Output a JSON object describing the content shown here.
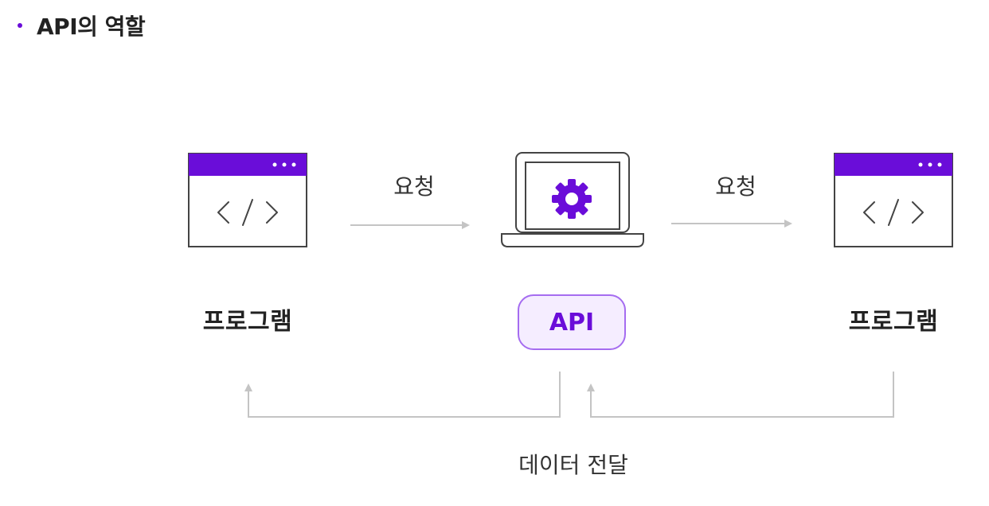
{
  "title": "API의 역할",
  "nodes": {
    "left_label": "프로그램",
    "center_label": "API",
    "right_label": "프로그램"
  },
  "edges": {
    "request_label_left": "요청",
    "request_label_right": "요청",
    "return_label": "데이터 전달"
  },
  "icons": {
    "left": "code-window-icon",
    "center": "laptop-gear-icon",
    "right": "code-window-icon"
  },
  "colors": {
    "accent": "#6a0dd9",
    "accent_light": "#f5edff",
    "accent_border": "#a56cf0",
    "arrow": "#c4c4c4",
    "outline": "#444444"
  }
}
